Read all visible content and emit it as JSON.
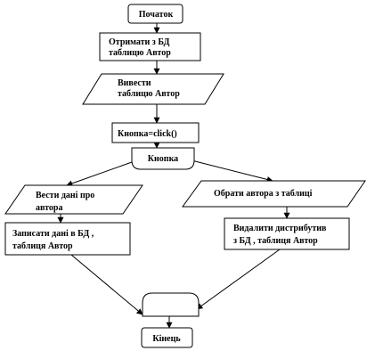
{
  "nodes": {
    "start": {
      "lines": [
        "Початок"
      ]
    },
    "get_table": {
      "lines": [
        "Отримати з БД",
        "таблицю Автор"
      ]
    },
    "show_table": {
      "lines": [
        "Вивести",
        "таблицю Автор"
      ]
    },
    "button_click": {
      "lines": [
        "Кнопка=click()"
      ]
    },
    "button_decision": {
      "lines": [
        "Кнопка"
      ]
    },
    "enter_data": {
      "lines": [
        "Вести дані про",
        "автора"
      ]
    },
    "select_author": {
      "lines": [
        "Обрати автора з таблиці"
      ]
    },
    "write_db": {
      "lines": [
        "Записати дані в БД ,",
        "таблиця Автор"
      ]
    },
    "delete_db": {
      "lines": [
        "Видалити дистрибутив",
        "з БД , таблиця Автор"
      ]
    },
    "end": {
      "lines": [
        "Кінець"
      ]
    }
  }
}
